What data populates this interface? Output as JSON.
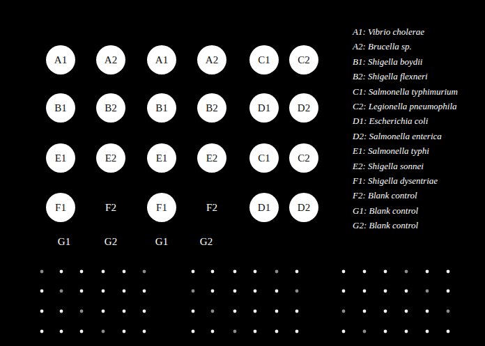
{
  "diagram": {
    "nodes": [
      {
        "text": [
          "A1"
        ]
      },
      {
        "text": [
          "A2"
        ]
      },
      {
        "text": [
          "A1"
        ]
      },
      {
        "text": [
          "A2"
        ]
      },
      {
        "text": [
          "C1"
        ]
      },
      {
        "text": [
          "C2"
        ]
      },
      {
        "text": [
          "B1"
        ]
      },
      {
        "text": [
          "B2"
        ]
      },
      {
        "text": [
          "B1"
        ]
      },
      {
        "text": [
          "B2"
        ]
      },
      {
        "text": [
          "D1"
        ]
      },
      {
        "text": [
          "D2"
        ]
      },
      {
        "text": [
          "E1"
        ]
      },
      {
        "text": [
          "E2"
        ]
      },
      {
        "text": [
          "E1"
        ]
      },
      {
        "text": [
          "E2"
        ]
      },
      {
        "text": [
          "C1"
        ]
      },
      {
        "text": [
          "C2"
        ]
      },
      {
        "text": [
          "F1"
        ]
      },
      {
        "text": [
          "F1"
        ]
      },
      {
        "text": [
          "D1"
        ]
      },
      {
        "text": [
          "D2"
        ]
      }
    ],
    "labels": [
      "F2",
      "F2",
      "G1",
      "G2",
      "G1",
      "G2",
      "A1: Vibrio cholerae",
      "A2: Brucella sp.",
      "B1: Shigella boydii",
      "B2: Shigella flexneri",
      "C1: Salmonella typhimurium",
      "C2: Legionella pneumophila",
      "D1: Escherichia coli",
      "D2: Salmonella enterica",
      "E1: Salmonella typhi",
      "E2: Shigella sonnei",
      "F1: Shigella dysentriae",
      "F2: Blank control",
      "G1: Blank control",
      "G2: Blank control"
    ]
  }
}
